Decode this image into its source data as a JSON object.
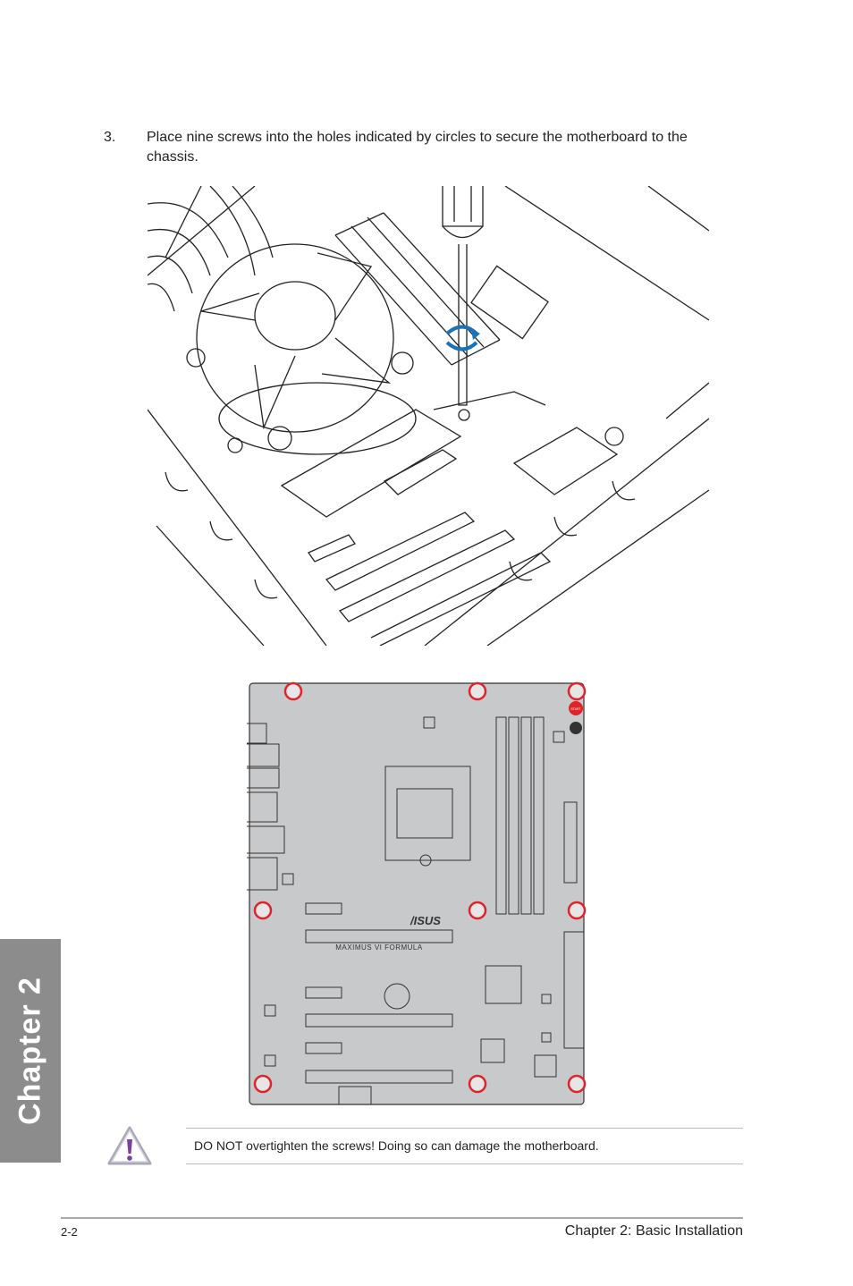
{
  "step": {
    "number": "3.",
    "text": "Place nine screws into the holes indicated by circles to secure the motherboard to the chassis."
  },
  "sidebar": {
    "chapter_label": "Chapter 2"
  },
  "board": {
    "brand": "/ISUS",
    "model": "MAXIMUS VI FORMULA",
    "start_label": "START"
  },
  "note": {
    "icon": "warning-triangle-icon",
    "text": "DO NOT overtighten the screws! Doing so can damage the motherboard."
  },
  "footer": {
    "page_number": "2-2",
    "title": "Chapter 2: Basic Installation"
  },
  "colors": {
    "screw_marker": "#e0232a",
    "board_fill": "#c8c9cb",
    "tab": "#8c8c8c"
  }
}
